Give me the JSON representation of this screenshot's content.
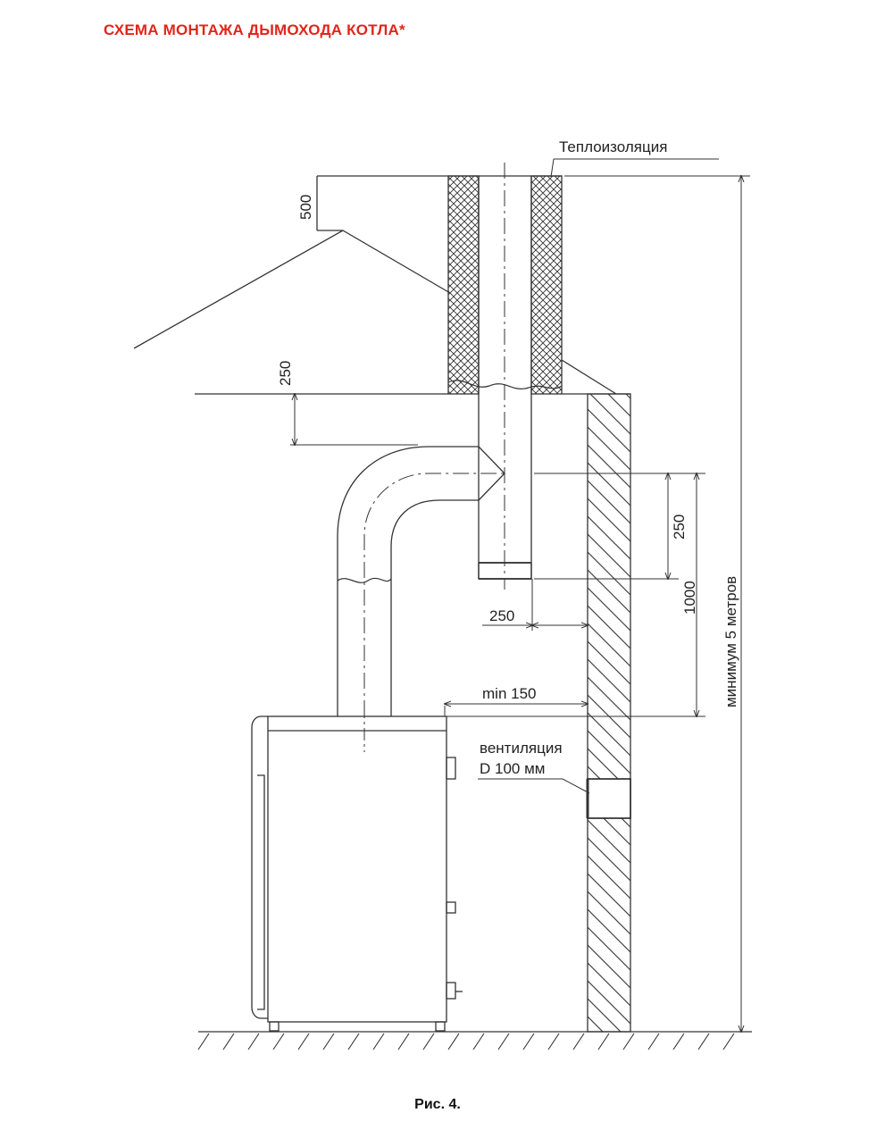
{
  "title": "СХЕМА МОНТАЖА ДЫМОХОДА КОТЛА*",
  "caption": "Рис. 4.",
  "colors": {
    "title": "#e0261b",
    "line": "#333333"
  },
  "labels": {
    "insulation": "Теплоизоляция",
    "dim_500": "500",
    "dim_250_top": "250",
    "dim_250_right": "250",
    "dim_1000": "1000",
    "dim_250_horizontal": "250",
    "dim_min150": "min 150",
    "min_5m": "минимум 5 метров",
    "ventilation_line1": "вентиляция",
    "ventilation_line2": "D 100 мм"
  }
}
